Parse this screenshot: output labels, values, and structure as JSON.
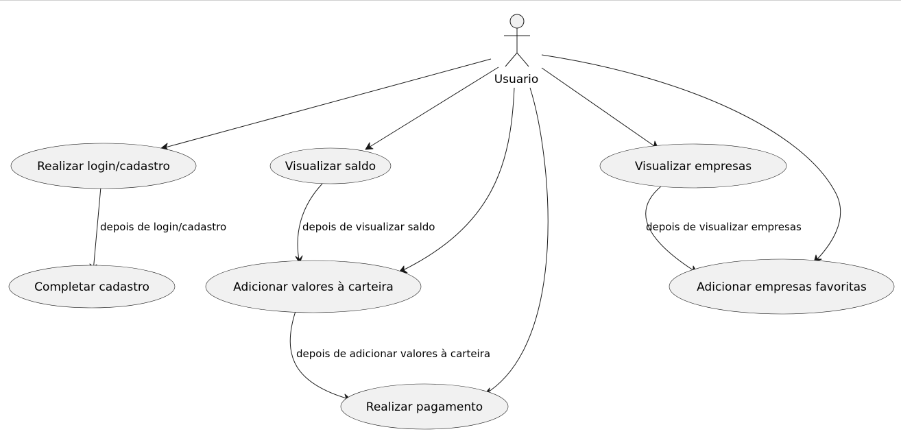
{
  "actor": {
    "label": "Usuario",
    "icon": "stick-figure-icon"
  },
  "use_cases": {
    "login": "Realizar login/cadastro",
    "saldo": "Visualizar saldo",
    "empresas": "Visualizar empresas",
    "completar": "Completar cadastro",
    "adicionar": "Adicionar valores à carteira",
    "favoritas": "Adicionar empresas favoritas",
    "pagamento": "Realizar pagamento"
  },
  "relations": {
    "login_completar": "depois de login/cadastro",
    "saldo_adicionar": "depois de visualizar saldo",
    "empresas_favoritas": "depois de visualizar empresas",
    "adicionar_pagamento": "depois de adicionar valores à carteira"
  },
  "colors": {
    "usecase_fill": "#f1f1f1",
    "stroke": "#181818",
    "background": "#ffffff"
  }
}
